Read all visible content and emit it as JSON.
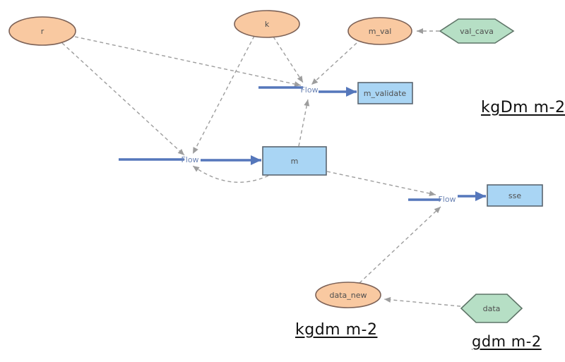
{
  "colors": {
    "canvas_bg": "#ffffff",
    "aux_fill": "#f9c9a1",
    "aux_stroke": "#7c6156",
    "stock_fill": "#a9d5f4",
    "stock_stroke": "#5a6570",
    "const_fill": "#b6dfc5",
    "const_stroke": "#5f7568",
    "flow_blue": "#5577bb",
    "connector_gray": "#9d9d9d",
    "node_label": "#4f4f4f",
    "flow_label": "#6c84b4",
    "title_color": "#111111"
  },
  "nodes": {
    "r": {
      "label": "r"
    },
    "k": {
      "label": "k"
    },
    "m_val": {
      "label": "m_val"
    },
    "val_cava": {
      "label": "val_cava"
    },
    "m_validate": {
      "label": "m_validate"
    },
    "m": {
      "label": "m"
    },
    "sse": {
      "label": "sse"
    },
    "data_new": {
      "label": "data_new"
    },
    "data": {
      "label": "data"
    }
  },
  "flows": {
    "validate_inflow": {
      "label": "Flow"
    },
    "m_inflow": {
      "label": "Flow"
    },
    "sse_inflow": {
      "label": "Flow"
    }
  },
  "annotations": {
    "units_top": "kgDm m-2",
    "units_bottom_left": "kgdm m-2",
    "units_bottom_right": "gdm m-2"
  }
}
